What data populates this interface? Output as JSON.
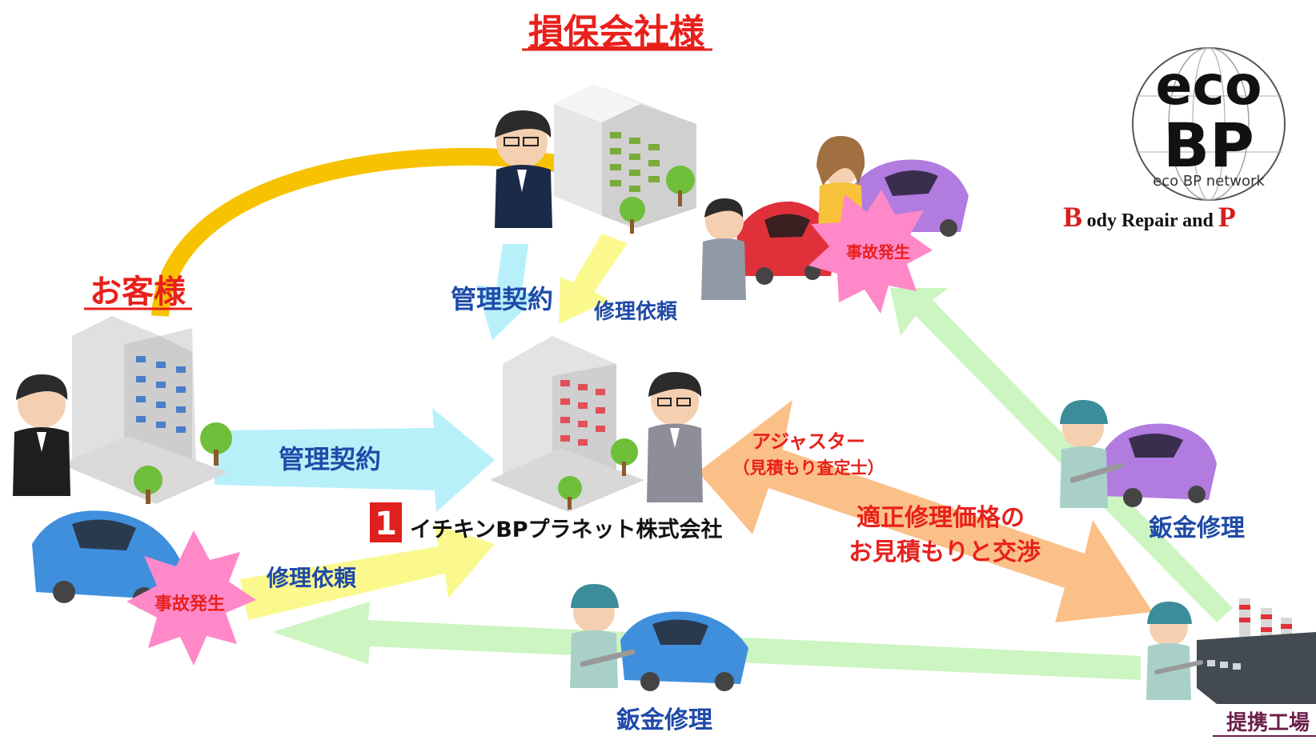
{
  "labels": {
    "insurer_title": "損保会社様",
    "customer_title": "お客様",
    "partner_factory": "提携工場",
    "contract_top": "管理契約",
    "repair_request_top": "修理依頼",
    "contract_mid": "管理契約",
    "repair_request_bottom": "修理依頼",
    "accident_top": "事故発生",
    "accident_bottom": "事故発生",
    "adjuster_line1": "アジャスター",
    "adjuster_line2": "（見積もり査定士）",
    "negotiation_line1": "適正修理価格の",
    "negotiation_line2": "お見積もりと交渉",
    "sheet_metal_right": "鈑金修理",
    "sheet_metal_bottom": "鈑金修理",
    "company_name": "イチキンBPプラネット株式会社",
    "company_badge": "1"
  },
  "logo": {
    "line1": "eco",
    "line2": "BP",
    "line3": "eco BP network",
    "tagline_b": "B",
    "tagline_mid": "ody Repair and ",
    "tagline_p": "P"
  },
  "colors": {
    "title_red": "#e8201c",
    "label_blue": "#1f4aa8",
    "accident_pink": "#ff88c8",
    "arrow_gold": "#f7c200",
    "arrow_cyan": "#b8f0fa",
    "arrow_yellow": "#fbf98e",
    "arrow_orange": "#fbc088",
    "arrow_green": "#cdf5c2"
  }
}
